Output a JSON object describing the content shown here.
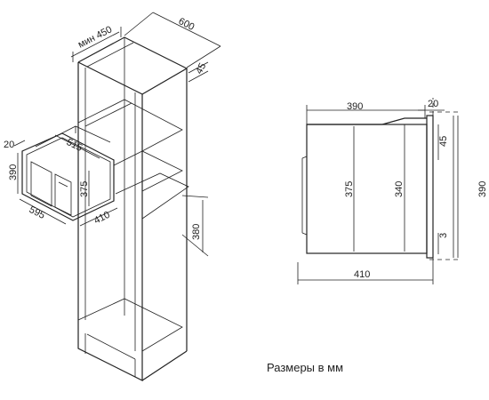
{
  "iso_view": {
    "cabinet_dims": {
      "width_min": "мин 450",
      "depth": "600",
      "top_gap": "45",
      "opening_height": "380"
    },
    "oven_dims": {
      "frame_offset": "20",
      "frame_height": "390",
      "frame_width": "595",
      "body_width": "515",
      "body_height": "375",
      "body_depth": "410"
    }
  },
  "side_view": {
    "depth_top": "390",
    "frame_offset": "20",
    "height_375": "375",
    "height_340": "340",
    "frame_height": "390",
    "gap_top": "45",
    "gap_bottom": "3",
    "depth_bottom": "410"
  },
  "caption": "Размеры в мм"
}
